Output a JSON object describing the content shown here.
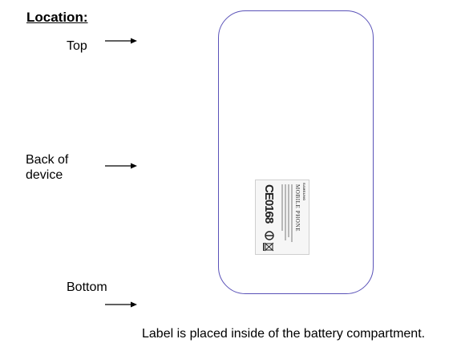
{
  "heading": "Location:",
  "labels": {
    "top": "Top",
    "back_line1": "Back of",
    "back_line2": "device",
    "bottom": "Bottom"
  },
  "caption": "Label is placed inside of the battery compartment.",
  "device": {
    "outline_color": "#5a52b8"
  },
  "sticker": {
    "brand": "SAMSUNG",
    "title": "MOBILE PHONE",
    "mark": "CE0168"
  }
}
